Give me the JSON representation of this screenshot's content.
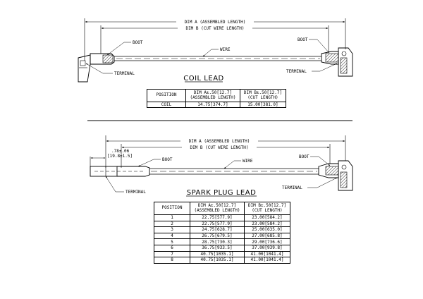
{
  "coil": {
    "dim_a": "DIM A (ASSEMBLED LENGTH)",
    "dim_b": "DIM B (CUT WIRE LENGTH)",
    "boot_left": "BOOT",
    "boot_right": "BOOT",
    "wire": "WIRE",
    "terminal_left": "TERMINAL",
    "terminal_right": "TERMINAL",
    "title": "COIL LEAD",
    "table": {
      "headers": {
        "position": "POSITION",
        "dim_a_1": "DIM A±.50[12.7]",
        "dim_a_2": "(ASSEMBLED LENGTH)",
        "dim_b_1": "DIM B±.50[12.7]",
        "dim_b_2": "(CUT LENGTH)"
      },
      "rows": [
        {
          "position": "COIL",
          "dim_a": "14.75[374.7]",
          "dim_b": "15.00[381.0]"
        }
      ]
    }
  },
  "spark": {
    "dim_a": "DIM A (ASSEMBLED LENGTH)",
    "dim_b": "DIM B (CUT WIRE LENGTH)",
    "offset_1": ".78±.06",
    "offset_2": "[19.8±1.5]",
    "boot_left": "BOOT",
    "boot_right": "BOOT",
    "wire": "WIRE",
    "terminal_left": "TERMINAL",
    "terminal_right": "TERMINAL",
    "title": "SPARK PLUG LEAD",
    "table": {
      "headers": {
        "position": "POSITION",
        "dim_a_1": "DIM A±.50[12.7]",
        "dim_a_2": "(ASSEMBLED LENGTH)",
        "dim_b_1": "DIM B±.50[12.7]",
        "dim_b_2": "(CUT LENGTH)"
      },
      "rows": [
        {
          "position": "1",
          "dim_a": "22.75[577.9]",
          "dim_b": "23.00[584.2]"
        },
        {
          "position": "2",
          "dim_a": "22.75[577.9]",
          "dim_b": "23.00[584.2]"
        },
        {
          "position": "3",
          "dim_a": "24.75[628.7]",
          "dim_b": "25.00[635.0]"
        },
        {
          "position": "4",
          "dim_a": "26.75[679.5]",
          "dim_b": "27.00[685.8]"
        },
        {
          "position": "5",
          "dim_a": "28.75[730.3]",
          "dim_b": "29.00[736.6]"
        },
        {
          "position": "6",
          "dim_a": "36.75[933.5]",
          "dim_b": "37.00[939.8]"
        },
        {
          "position": "7",
          "dim_a": "40.75[1035.1]",
          "dim_b": "41.00[1041.4]"
        },
        {
          "position": "8",
          "dim_a": "40.75[1035.1]",
          "dim_b": "41.00[1041.4]"
        }
      ]
    }
  }
}
